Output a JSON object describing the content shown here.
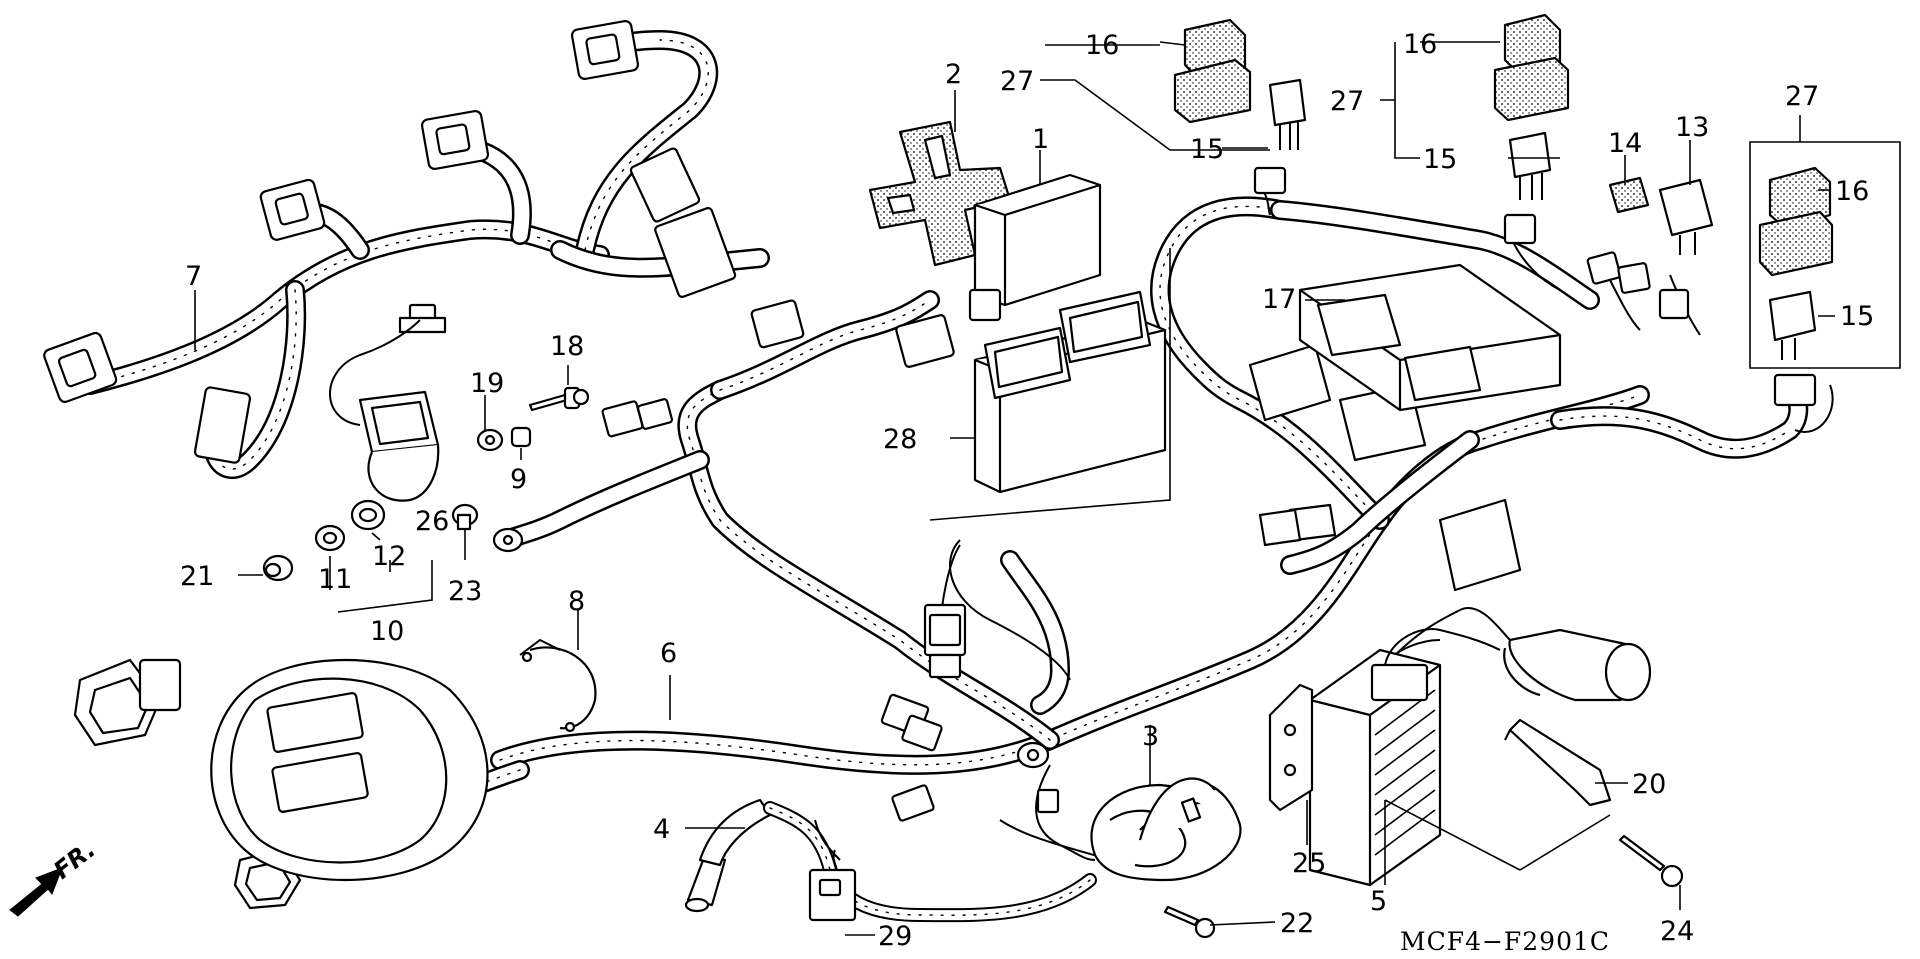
{
  "diagram": {
    "drawing_code": "MCF4−F2901C",
    "direction_label": "FR.",
    "callouts": [
      {
        "id": "c1",
        "label": "1"
      },
      {
        "id": "c2",
        "label": "2"
      },
      {
        "id": "c3",
        "label": "3"
      },
      {
        "id": "c4",
        "label": "4"
      },
      {
        "id": "c5",
        "label": "5"
      },
      {
        "id": "c6",
        "label": "6"
      },
      {
        "id": "c7",
        "label": "7"
      },
      {
        "id": "c8",
        "label": "8"
      },
      {
        "id": "c9",
        "label": "9"
      },
      {
        "id": "c10",
        "label": "10"
      },
      {
        "id": "c11",
        "label": "11"
      },
      {
        "id": "c12",
        "label": "12"
      },
      {
        "id": "c13",
        "label": "13"
      },
      {
        "id": "c14",
        "label": "14"
      },
      {
        "id": "c15a",
        "label": "15"
      },
      {
        "id": "c15b",
        "label": "15"
      },
      {
        "id": "c15c",
        "label": "15"
      },
      {
        "id": "c16a",
        "label": "16"
      },
      {
        "id": "c16b",
        "label": "16"
      },
      {
        "id": "c16c",
        "label": "16"
      },
      {
        "id": "c17",
        "label": "17"
      },
      {
        "id": "c18",
        "label": "18"
      },
      {
        "id": "c19",
        "label": "19"
      },
      {
        "id": "c20",
        "label": "20"
      },
      {
        "id": "c21",
        "label": "21"
      },
      {
        "id": "c22",
        "label": "22"
      },
      {
        "id": "c23",
        "label": "23"
      },
      {
        "id": "c24",
        "label": "24"
      },
      {
        "id": "c25",
        "label": "25"
      },
      {
        "id": "c26",
        "label": "26"
      },
      {
        "id": "c27a",
        "label": "27"
      },
      {
        "id": "c27b",
        "label": "27"
      },
      {
        "id": "c27c",
        "label": "27"
      },
      {
        "id": "c28",
        "label": "28"
      },
      {
        "id": "c29",
        "label": "29"
      }
    ]
  }
}
